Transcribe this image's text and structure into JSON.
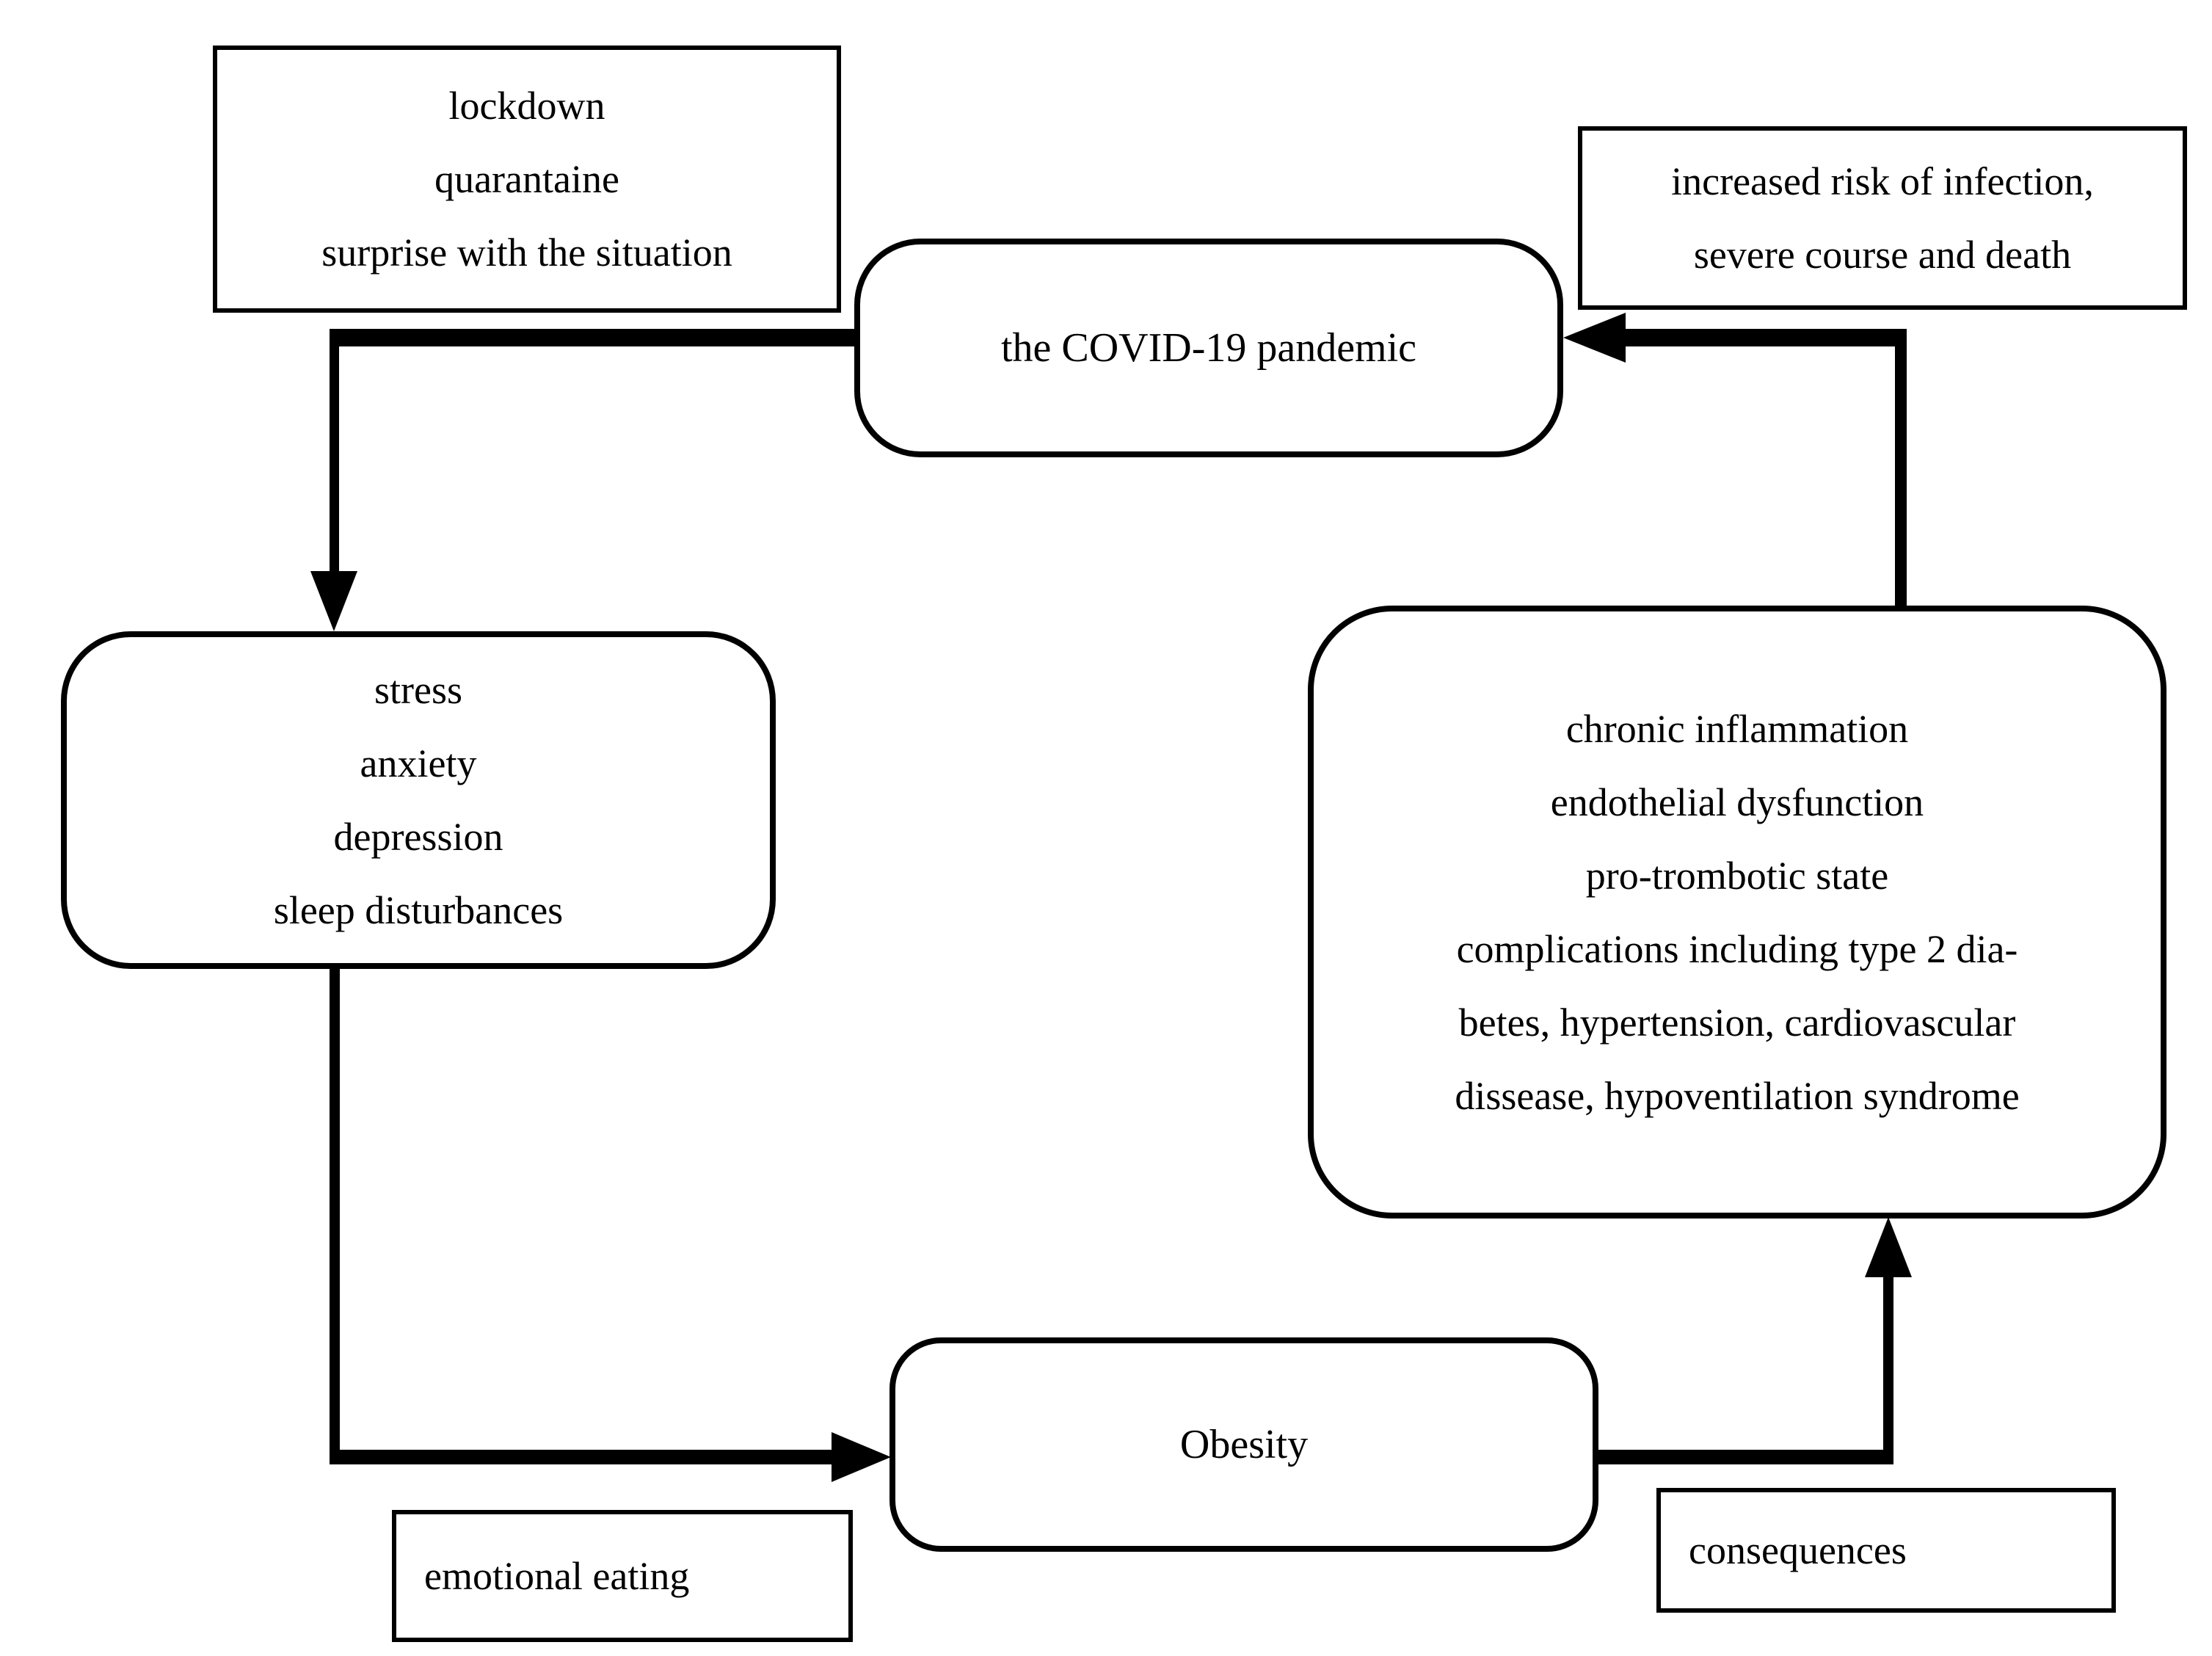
{
  "diagram": {
    "colors": {
      "line": "#000000",
      "background": "#ffffff"
    },
    "nodes": {
      "lockdown_label": {
        "lines": [
          "lockdown",
          "quarantaine",
          "surprise with the situation"
        ]
      },
      "covid": {
        "label": "the COVID-19 pandemic"
      },
      "increased_risk_label": {
        "lines": [
          "increased risk of infection,",
          "severe course and death"
        ]
      },
      "stress": {
        "lines": [
          "stress",
          "anxiety",
          "depression",
          "sleep disturbances"
        ]
      },
      "chronic": {
        "lines": [
          "chronic inflammation",
          "endothelial dysfunction",
          "pro-trombotic state",
          "complications including type 2 dia-",
          "betes, hypertension, cardiovascular",
          "dissease, hypoventilation syndrome"
        ]
      },
      "obesity": {
        "label": "Obesity"
      },
      "emotional_eating_label": {
        "label": "emotional eating"
      },
      "consequences_label": {
        "label": "consequences"
      }
    },
    "connections": [
      {
        "from": "the COVID-19 pandemic",
        "to": "stress / anxiety / depression / sleep disturbances",
        "label": "lockdown, quarantaine, surprise with the situation"
      },
      {
        "from": "stress / anxiety / depression / sleep disturbances",
        "to": "Obesity",
        "label": "emotional eating"
      },
      {
        "from": "Obesity",
        "to": "chronic inflammation / complications",
        "label": "consequences"
      },
      {
        "from": "chronic inflammation / complications",
        "to": "the COVID-19 pandemic",
        "label": "increased risk of infection, severe course and death"
      }
    ]
  }
}
